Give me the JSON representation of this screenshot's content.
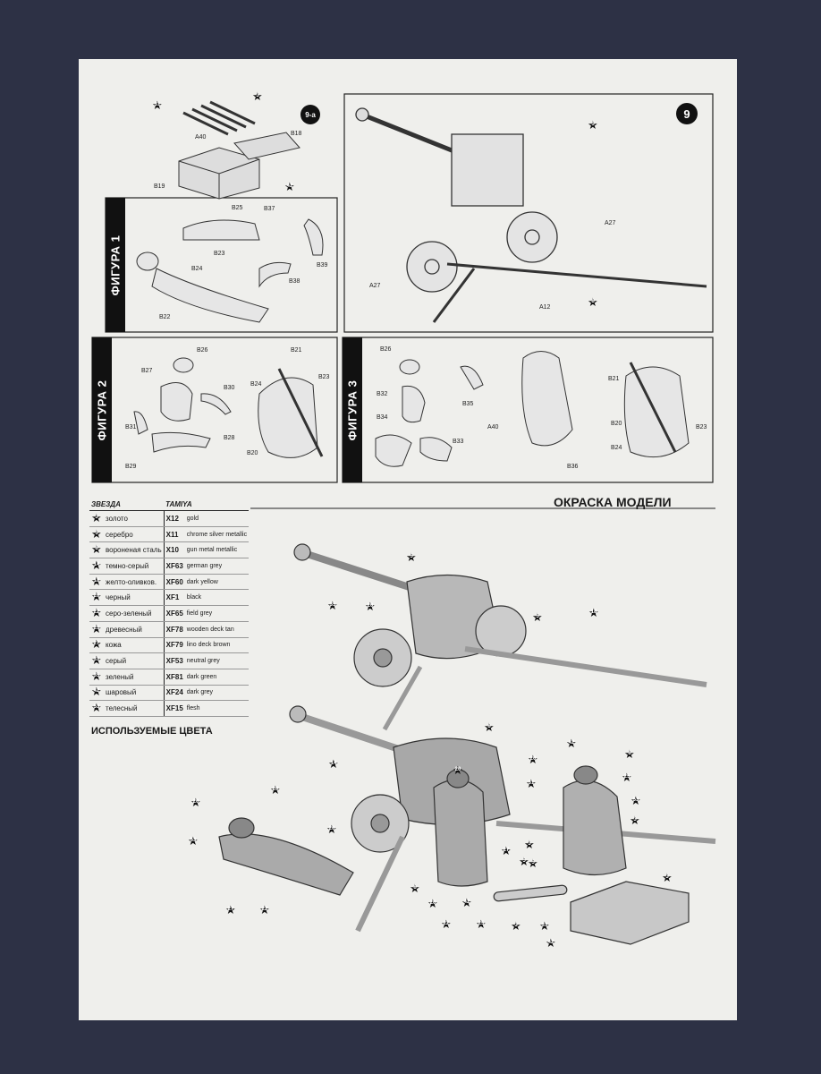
{
  "step9": {
    "badge": "9",
    "sub_badge": "9-a"
  },
  "figures": {
    "f1": "ФИГУРА 1",
    "f2": "ФИГУРА 2",
    "f3": "ФИГУРА 3"
  },
  "paint": {
    "title": "ОКРАСКА МОДЕЛИ",
    "used_colors": "ИСПОЛЬЗУЕМЫЕ ЦВЕТА",
    "header_zvezda": "ЗВЕЗДА",
    "header_tamiya": "TAMIYA",
    "rows": [
      {
        "num": "3",
        "ru": "золото",
        "code": "X12",
        "en": "gold"
      },
      {
        "num": "5",
        "ru": "серебро",
        "code": "X11",
        "en": "chrome silver metallic"
      },
      {
        "num": "8",
        "ru": "вороненая сталь",
        "code": "X10",
        "en": "gun metal metallic"
      },
      {
        "num": "14",
        "ru": "темно-серый",
        "code": "XF63",
        "en": "german grey"
      },
      {
        "num": "18",
        "ru": "желто-оливков.",
        "code": "XF60",
        "en": "dark yellow"
      },
      {
        "num": "20",
        "ru": "черный",
        "code": "XF1",
        "en": "black"
      },
      {
        "num": "22",
        "ru": "серо-зеленый",
        "code": "XF65",
        "en": "field grey"
      },
      {
        "num": "25",
        "ru": "древесный",
        "code": "XF78",
        "en": "wooden deck tan"
      },
      {
        "num": "27",
        "ru": "кожа",
        "code": "XF79",
        "en": "lino deck brown"
      },
      {
        "num": "31",
        "ru": "серый",
        "code": "XF53",
        "en": "neutral grey"
      },
      {
        "num": "35",
        "ru": "зеленый",
        "code": "XF81",
        "en": "dark green"
      },
      {
        "num": "42",
        "ru": "шаровый",
        "code": "XF24",
        "en": "dark grey"
      },
      {
        "num": "53",
        "ru": "телесный",
        "code": "XF15",
        "en": "flesh"
      }
    ]
  },
  "parts": {
    "s9a": [
      "A40",
      "B18",
      "B19"
    ],
    "s9": [
      "A27",
      "A27",
      "A12"
    ],
    "f1": [
      "B25",
      "B37",
      "B23",
      "B39",
      "B24",
      "B38",
      "B22"
    ],
    "f2": [
      "B26",
      "B27",
      "B30",
      "B21",
      "B24",
      "B23",
      "B31",
      "B28",
      "B29",
      "B20"
    ],
    "f3": [
      "B26",
      "B32",
      "B34",
      "B35",
      "A40",
      "B33",
      "B36",
      "B21",
      "B20",
      "B23",
      "B24"
    ]
  },
  "color_markers": {
    "s9a": [
      "31",
      "3",
      "42"
    ],
    "s9": [
      "5",
      "8"
    ],
    "gun1": [
      "5",
      "35",
      "20",
      "5",
      "18"
    ],
    "lower": [
      "8",
      "42",
      "8",
      "14",
      "20",
      "20",
      "25",
      "31",
      "20",
      "53",
      "20",
      "53",
      "20",
      "3",
      "3",
      "5",
      "5",
      "27",
      "27",
      "22",
      "8",
      "20",
      "42",
      "22",
      "25",
      "3",
      "31",
      "42",
      "3"
    ]
  }
}
